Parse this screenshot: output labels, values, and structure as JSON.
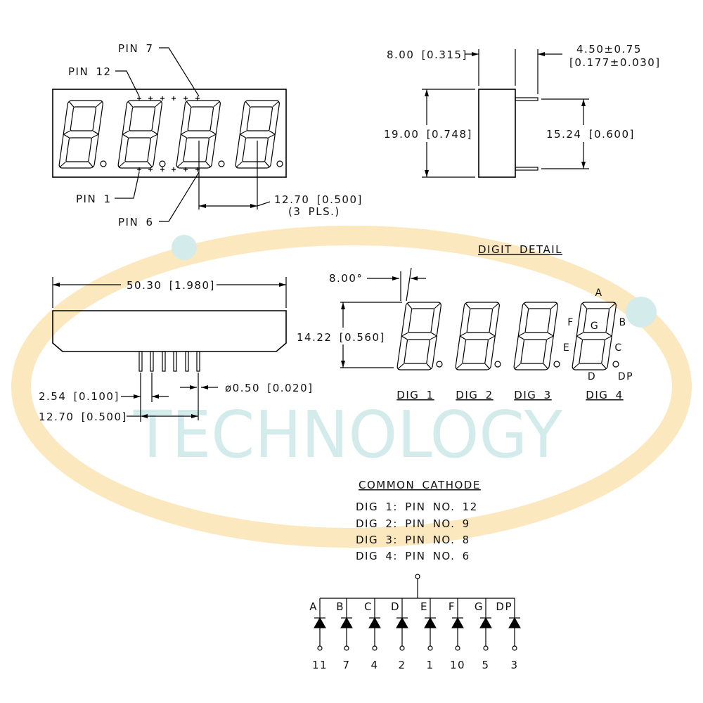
{
  "front_view": {
    "pin_7_label": "PIN 7",
    "pin_12_label": "PIN 12",
    "pin_1_label": "PIN 1",
    "pin_6_label": "PIN 6",
    "digit_pitch": "12.70 [0.500]",
    "digit_pitch_note": "(3 PLS.)"
  },
  "side_view": {
    "depth": "8.00 [0.315]",
    "pin_length": "4.50±0.75",
    "pin_length_inch": "[0.177±0.030]",
    "height": "19.00 [0.748]",
    "pin_row_spacing": "15.24 [0.600]"
  },
  "bottom_view": {
    "length": "50.30 [1.980]",
    "pin_pitch": "2.54 [0.100]",
    "pin_span": "12.70 [0.500]",
    "pin_diameter": "ø0.50 [0.020]"
  },
  "digit_detail": {
    "title": "DIGIT DETAIL",
    "slant_angle": "8.00°",
    "digit_height": "14.22 [0.560]",
    "digit_labels": [
      "DIG 1",
      "DIG 2",
      "DIG 3",
      "DIG 4"
    ],
    "segment_labels": {
      "a": "A",
      "b": "B",
      "c": "C",
      "d": "D",
      "e": "E",
      "f": "F",
      "g": "G",
      "dp": "DP"
    }
  },
  "common_cathode": {
    "title": "COMMON CATHODE",
    "digit_pins": [
      "DIG 1: PIN NO. 12",
      "DIG 2: PIN NO. 9",
      "DIG 3: PIN NO. 8",
      "DIG 4: PIN NO. 6"
    ],
    "circuit": [
      {
        "segment": "A",
        "pin": "11"
      },
      {
        "segment": "B",
        "pin": "7"
      },
      {
        "segment": "C",
        "pin": "4"
      },
      {
        "segment": "D",
        "pin": "2"
      },
      {
        "segment": "E",
        "pin": "1"
      },
      {
        "segment": "F",
        "pin": "10"
      },
      {
        "segment": "G",
        "pin": "5"
      },
      {
        "segment": "DP",
        "pin": "3"
      }
    ]
  },
  "watermark": {
    "text": "TECHNOLOGY"
  },
  "colors": {
    "line": "#000000",
    "watermark_teal": "#d3ebeb",
    "watermark_orange": "#fce8be"
  }
}
